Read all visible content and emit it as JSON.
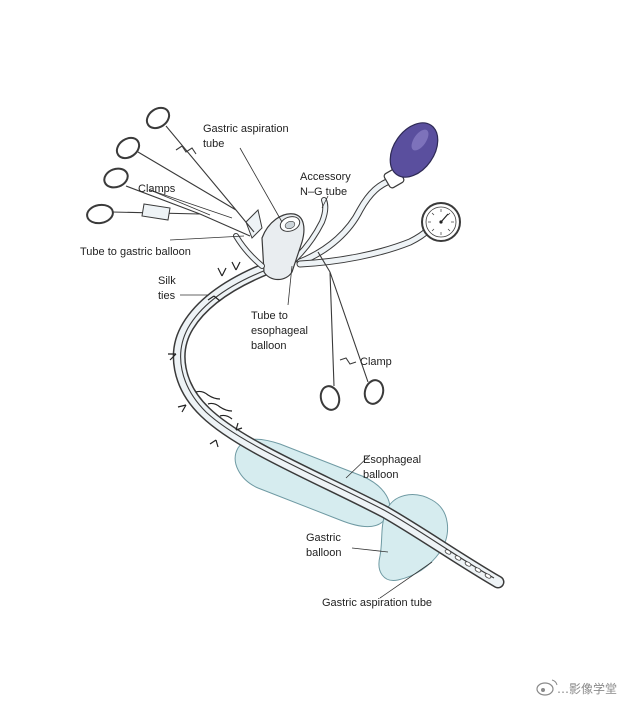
{
  "labels": {
    "gastric_aspiration_tube_top": [
      "Gastric aspiration",
      "tube"
    ],
    "accessory_ng_tube": [
      "Accessory",
      "N–G tube"
    ],
    "clamps": "Clamps",
    "tube_to_gastric_balloon": "Tube to gastric balloon",
    "silk_ties": [
      "Silk",
      "ties"
    ],
    "tube_to_esophageal_balloon": [
      "Tube to",
      "esophageal",
      "balloon"
    ],
    "clamp": "Clamp",
    "esophageal_balloon": [
      "Esophageal",
      "balloon"
    ],
    "gastric_balloon": [
      "Gastric",
      "balloon"
    ],
    "gastric_aspiration_tube_bottom": "Gastric aspiration tube"
  },
  "watermark": "…影像学堂",
  "colors": {
    "bulb": "#5a4f9e",
    "bulb_highlight": "#8c82c8",
    "balloon_fill": "#d6ecef",
    "balloon_stroke": "#6f9aa3",
    "tube_fill": "#eef3f6",
    "line": "#3a3a3a"
  },
  "icons": [
    "scissors-clamp-icon",
    "pressure-gauge-icon",
    "inflation-bulb-icon",
    "weibo-icon"
  ]
}
